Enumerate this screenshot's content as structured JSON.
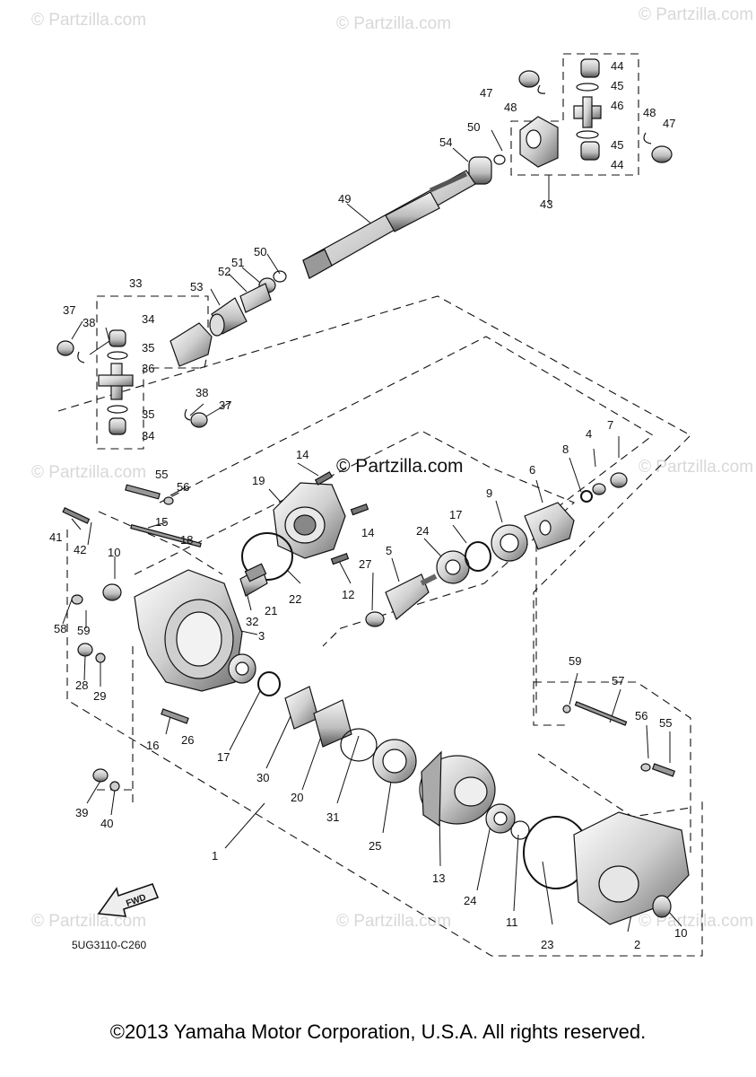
{
  "diagram": {
    "diagram_code": "5UG3110-C260",
    "fwd_label": "FWD",
    "copyright": "©2013 Yamaha Motor Corporation, U.S.A. All rights reserved.",
    "center_watermark": "© Partzilla.com",
    "faded_watermark": "© Partzilla.com",
    "callouts": [
      {
        "id": "c44a",
        "n": "44"
      },
      {
        "id": "c45a",
        "n": "45"
      },
      {
        "id": "c46",
        "n": "46"
      },
      {
        "id": "c45b",
        "n": "45"
      },
      {
        "id": "c44b",
        "n": "44"
      },
      {
        "id": "c43",
        "n": "43"
      },
      {
        "id": "c47a",
        "n": "47"
      },
      {
        "id": "c48a",
        "n": "48"
      },
      {
        "id": "c48b",
        "n": "48"
      },
      {
        "id": "c47b",
        "n": "47"
      },
      {
        "id": "c50a",
        "n": "50"
      },
      {
        "id": "c54",
        "n": "54"
      },
      {
        "id": "c49",
        "n": "49"
      },
      {
        "id": "c50b",
        "n": "50"
      },
      {
        "id": "c51",
        "n": "51"
      },
      {
        "id": "c52",
        "n": "52"
      },
      {
        "id": "c53",
        "n": "53"
      },
      {
        "id": "c33",
        "n": "33"
      },
      {
        "id": "c37a",
        "n": "37"
      },
      {
        "id": "c38a",
        "n": "38"
      },
      {
        "id": "c34a",
        "n": "34"
      },
      {
        "id": "c35a",
        "n": "35"
      },
      {
        "id": "c36",
        "n": "36"
      },
      {
        "id": "c38b",
        "n": "38"
      },
      {
        "id": "c37b",
        "n": "37"
      },
      {
        "id": "c35b",
        "n": "35"
      },
      {
        "id": "c34b",
        "n": "34"
      },
      {
        "id": "c14a",
        "n": "14"
      },
      {
        "id": "c19",
        "n": "19"
      },
      {
        "id": "c14b",
        "n": "14"
      },
      {
        "id": "c12",
        "n": "12"
      },
      {
        "id": "c22",
        "n": "22"
      },
      {
        "id": "c21",
        "n": "21"
      },
      {
        "id": "c32",
        "n": "32"
      },
      {
        "id": "c27",
        "n": "27"
      },
      {
        "id": "c5",
        "n": "5"
      },
      {
        "id": "c24a",
        "n": "24"
      },
      {
        "id": "c17a",
        "n": "17"
      },
      {
        "id": "c9",
        "n": "9"
      },
      {
        "id": "c6",
        "n": "6"
      },
      {
        "id": "c8",
        "n": "8"
      },
      {
        "id": "c4",
        "n": "4"
      },
      {
        "id": "c7",
        "n": "7"
      },
      {
        "id": "c55a",
        "n": "55"
      },
      {
        "id": "c56a",
        "n": "56"
      },
      {
        "id": "c15",
        "n": "15"
      },
      {
        "id": "c41",
        "n": "41"
      },
      {
        "id": "c42",
        "n": "42"
      },
      {
        "id": "c18",
        "n": "18"
      },
      {
        "id": "c10a",
        "n": "10"
      },
      {
        "id": "c58",
        "n": "58"
      },
      {
        "id": "c59a",
        "n": "59"
      },
      {
        "id": "c3",
        "n": "3"
      },
      {
        "id": "c28",
        "n": "28"
      },
      {
        "id": "c29",
        "n": "29"
      },
      {
        "id": "c26",
        "n": "26"
      },
      {
        "id": "c16",
        "n": "16"
      },
      {
        "id": "c17b",
        "n": "17"
      },
      {
        "id": "c30",
        "n": "30"
      },
      {
        "id": "c20",
        "n": "20"
      },
      {
        "id": "c31",
        "n": "31"
      },
      {
        "id": "c25",
        "n": "25"
      },
      {
        "id": "c13",
        "n": "13"
      },
      {
        "id": "c24b",
        "n": "24"
      },
      {
        "id": "c11",
        "n": "11"
      },
      {
        "id": "c23",
        "n": "23"
      },
      {
        "id": "c2",
        "n": "2"
      },
      {
        "id": "c10b",
        "n": "10"
      },
      {
        "id": "c59b",
        "n": "59"
      },
      {
        "id": "c57",
        "n": "57"
      },
      {
        "id": "c56b",
        "n": "56"
      },
      {
        "id": "c55b",
        "n": "55"
      },
      {
        "id": "c39",
        "n": "39"
      },
      {
        "id": "c40",
        "n": "40"
      },
      {
        "id": "c1",
        "n": "1"
      }
    ]
  }
}
